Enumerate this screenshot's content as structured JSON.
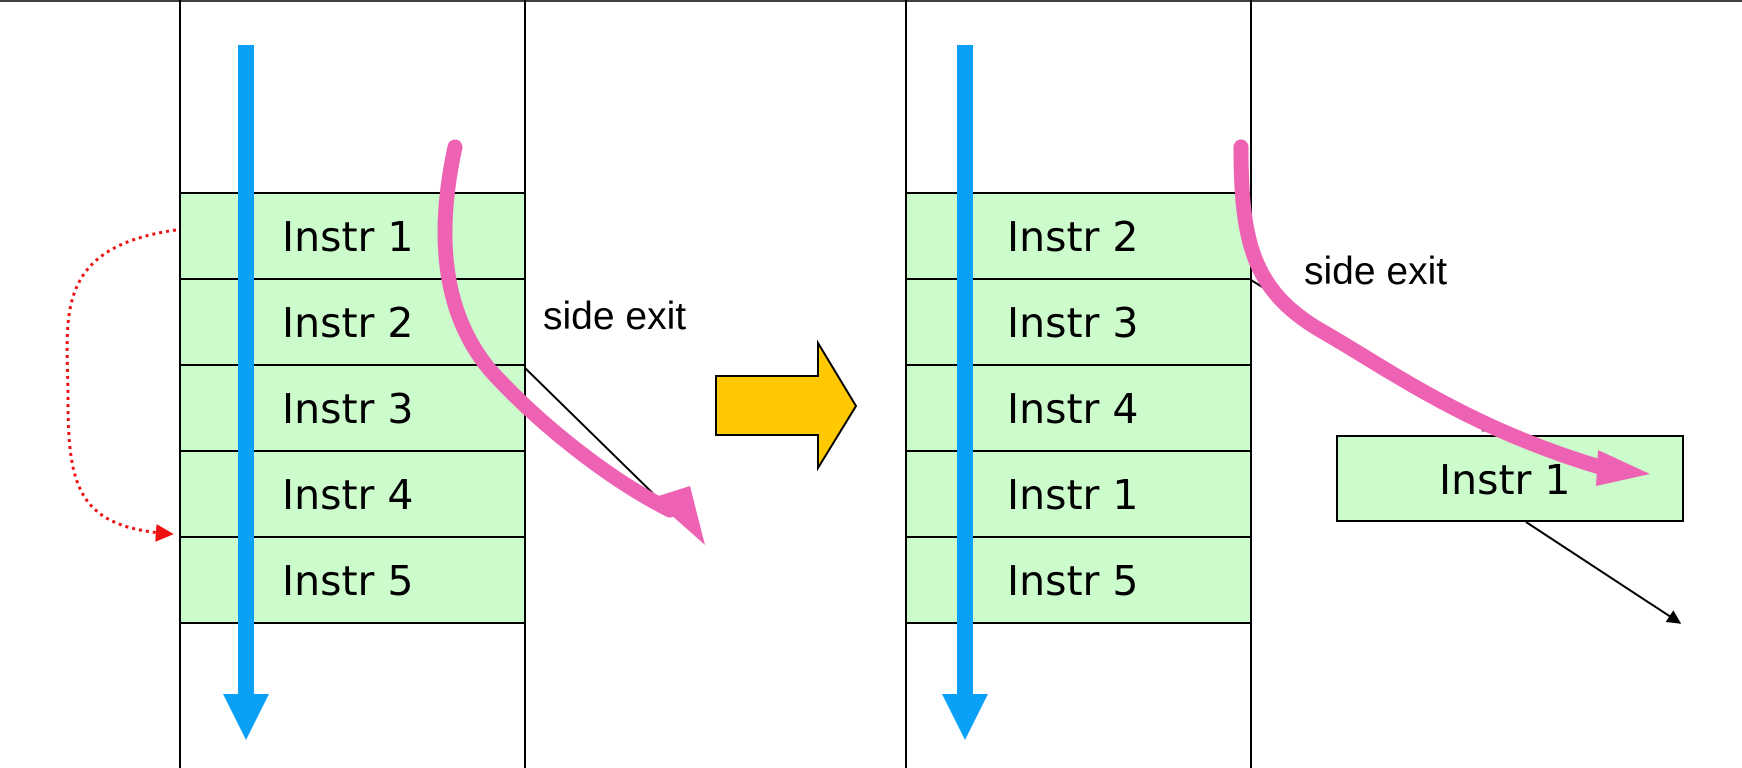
{
  "colors": {
    "box_fill": "#ccfbcc",
    "flow_arrow": "#0aa0f5",
    "side_exit_arrow": "#ee62b4",
    "transform_arrow": "#ffc800",
    "reorder_arrow": "#ee1111",
    "line": "#000000"
  },
  "left": {
    "instructions": [
      "Instr 1",
      "Instr 2",
      "Instr 3",
      "Instr 4",
      "Instr 5"
    ],
    "side_exit_label": "side exit"
  },
  "right": {
    "instructions": [
      "Instr 2",
      "Instr 3",
      "Instr 4",
      "Instr 1",
      "Instr 5"
    ],
    "side_exit_label": "side exit",
    "moved_instruction": "Instr 1"
  },
  "icons": {
    "transform_arrow": "block-right-arrow-icon",
    "flow_arrow": "down-arrow-icon",
    "side_exit_arrow": "curved-arrow-icon",
    "reorder_arrow": "dotted-curved-arrow-icon"
  }
}
